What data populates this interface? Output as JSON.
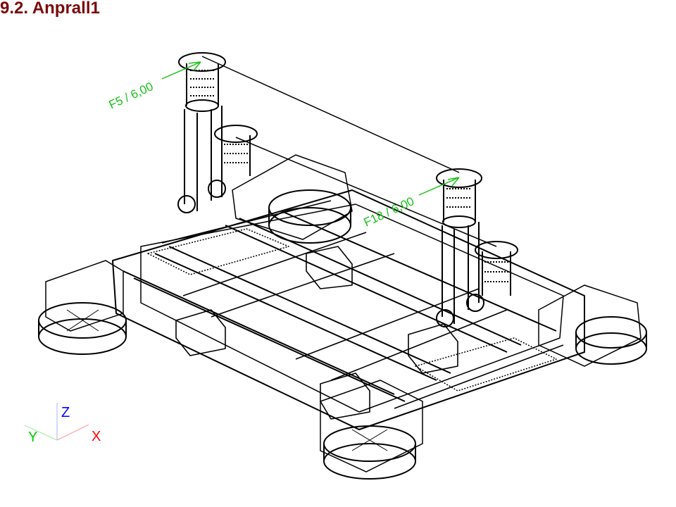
{
  "title": "9.2. Anprall1",
  "loads": [
    {
      "label": "F5 / 6,00"
    },
    {
      "label": "F18 / 6,00"
    }
  ],
  "axes": {
    "x": "X",
    "y": "Y",
    "z": "Z"
  },
  "colors": {
    "title": "#7a0a0a",
    "load": "#19c219",
    "x_axis": "#ff0000",
    "y_axis": "#00cc00",
    "z_axis": "#0000ff"
  }
}
